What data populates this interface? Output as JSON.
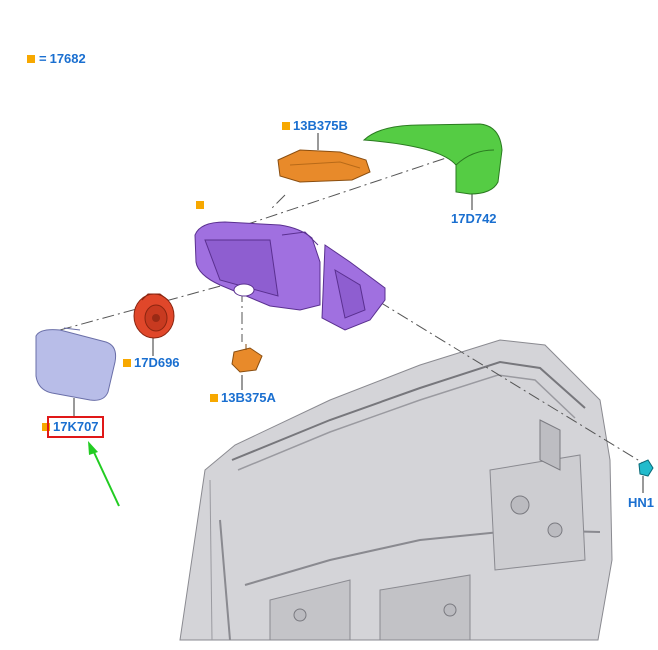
{
  "legend": {
    "code": "17682",
    "equals": "="
  },
  "callouts": {
    "mirror_glass": "17K707",
    "motor": "17D696",
    "lamp_lower": "13B375A",
    "lamp_upper": "13B375B",
    "cover": "17D742",
    "fastener": "HN1"
  },
  "colors": {
    "callout_text": "#1a6fd0",
    "marker_square": "#f7a800",
    "highlight_box": "#e01818",
    "arrow": "#22cc22",
    "glass": "#b8bde8",
    "motor_part": "#e0472a",
    "housing": "#a070e0",
    "lamp": "#e88a2a",
    "cover_part": "#55cc44",
    "door": "#c8c8cc",
    "fastener_part": "#22bbcc"
  }
}
